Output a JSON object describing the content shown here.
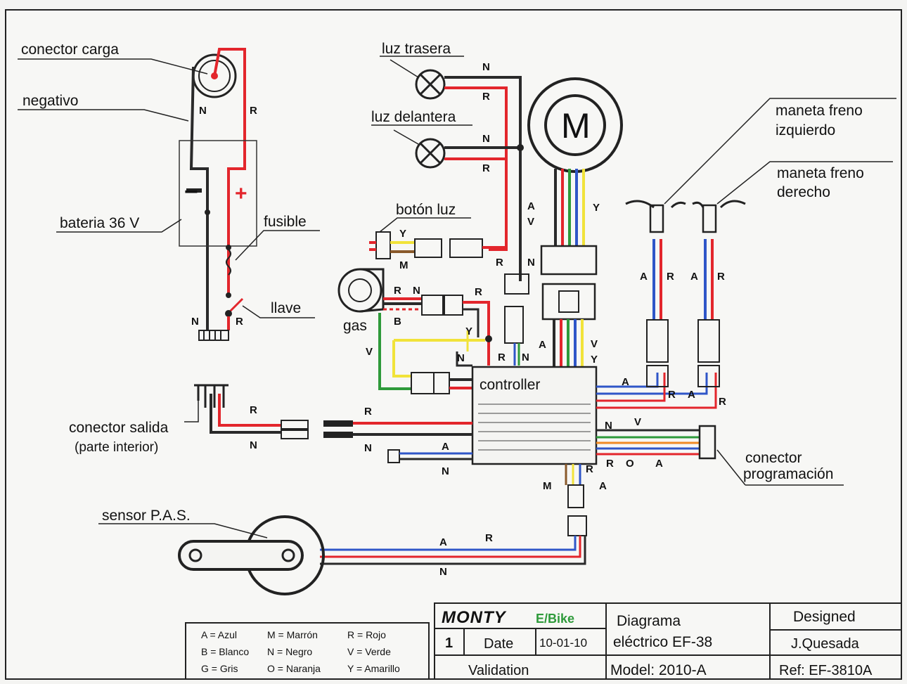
{
  "labels": {
    "conector_carga": "conector carga",
    "negativo": "negativo",
    "bateria": "bateria 36 V",
    "fusible": "fusible",
    "llave": "llave",
    "luz_trasera": "luz trasera",
    "luz_delantera": "luz delantera",
    "boton_luz": "botón luz",
    "gas": "gas",
    "motor": "M",
    "controller": "controller",
    "maneta_izq_1": "maneta freno",
    "maneta_izq_2": "izquierdo",
    "maneta_der_1": "maneta freno",
    "maneta_der_2": "derecho",
    "conector_salida_1": "conector salida",
    "conector_salida_2": "(parte interior)",
    "conector_prog_1": "conector",
    "conector_prog_2": "programación",
    "sensor_pas": "sensor P.A.S.",
    "minus": "−",
    "plus": "+"
  },
  "wire_letters": {
    "N": "N",
    "R": "R",
    "A": "A",
    "V": "V",
    "Y": "Y",
    "M": "M",
    "B": "B",
    "O": "O"
  },
  "legend": {
    "r1": [
      "A = Azul",
      "M = Marrón",
      "R = Rojo"
    ],
    "r2": [
      "B = Blanco",
      "N = Negro",
      "V = Verde"
    ],
    "r3": [
      "G = Gris",
      "O = Naranja",
      "Y = Amarillo"
    ]
  },
  "title_block": {
    "brand": "MONTY",
    "brand_sub": "E/Bike",
    "sheet": "1",
    "date_label": "Date",
    "date": "10-01-10",
    "validation": "Validation",
    "title1": "Diagrama",
    "title2": "eléctrico EF-38",
    "model": "Model: 2010-A",
    "designed_label": "Designed",
    "designer": "J.Quesada",
    "ref": "Ref: EF-3810A"
  },
  "colors": {
    "red": "#e3262c",
    "black": "#2a2a2a",
    "blue": "#2f56c8",
    "green": "#2e9a3a",
    "yellow": "#f1e33a",
    "brown": "#8a5a2b",
    "orange": "#f08a24"
  }
}
